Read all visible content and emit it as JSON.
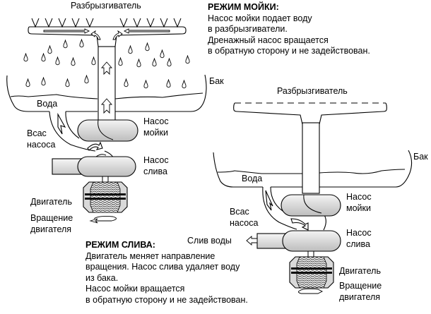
{
  "wash_mode": {
    "title": "РЕЖИМ МОЙКИ:",
    "lines": [
      "Насос мойки подает воду",
      "в разбрызгиватели.",
      "Дренажный насос вращается",
      "в обратную сторону и не задействован."
    ]
  },
  "drain_mode": {
    "title": "РЕЖИМ СЛИВА:",
    "lines": [
      "Двигатель меняет направление",
      "вращения. Насос слива удаляет воду",
      "из бака.",
      "Насос мойки вращается",
      "в обратную сторону и не задействован."
    ]
  },
  "left_diagram": {
    "sprayer": "Разбрызгиватель",
    "tank": "Бак",
    "water": "Вода",
    "intake": [
      "Всас",
      "насоса"
    ],
    "wash_pump": [
      "Насос",
      "мойки"
    ],
    "drain_pump": [
      "Насос",
      "слива"
    ],
    "motor": "Двигатель",
    "rotation": [
      "Вращение",
      "двигателя"
    ]
  },
  "right_diagram": {
    "sprayer": "Разбрызгиватель",
    "tank": "Бак",
    "water": "Вода",
    "intake": [
      "Всас",
      "насоса"
    ],
    "wash_pump": [
      "Насос",
      "мойки"
    ],
    "drain_pump": [
      "Насос",
      "слива"
    ],
    "drain_outlet": "Слив воды",
    "motor": "Двигатель",
    "rotation": [
      "Вращение",
      "двигателя"
    ]
  }
}
